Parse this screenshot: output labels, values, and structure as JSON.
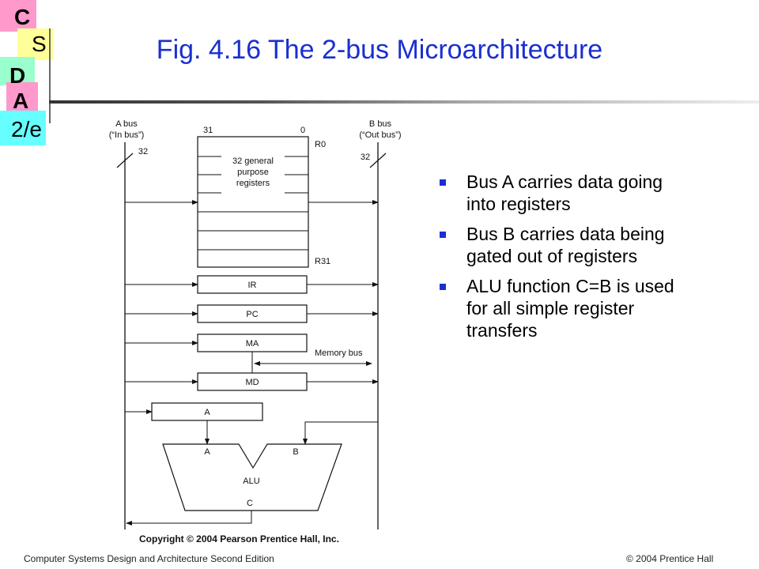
{
  "logo": {
    "c": "C",
    "s": "S",
    "d": "D",
    "a": "A",
    "edition": "2/e"
  },
  "title": "Fig. 4.16  The 2-bus Microarchitecture",
  "diagram": {
    "a_bus_name": "A bus",
    "a_bus_sub": "(“In bus”)",
    "a_bus_width": "32",
    "b_bus_name": "B bus",
    "b_bus_sub": "(“Out bus”)",
    "b_bus_width": "32",
    "bit_high": "31",
    "bit_low": "0",
    "r0": "R0",
    "r31": "R31",
    "gpr_line1": "32 general",
    "gpr_line2": "purpose",
    "gpr_line3": "registers",
    "ir": "IR",
    "pc": "PC",
    "ma": "MA",
    "memory_bus": "Memory bus",
    "md": "MD",
    "a_reg": "A",
    "alu_in_a": "A",
    "alu_in_b": "B",
    "alu": "ALU",
    "alu_out": "C",
    "copyright": "Copyright © 2004 Pearson Prentice Hall, Inc."
  },
  "bullets": [
    "Bus A carries data going into registers",
    "Bus B carries data being gated out of registers",
    "ALU function C=B is used for all simple register transfers"
  ],
  "footer": {
    "left": "Computer Systems Design and Architecture Second Edition",
    "right": "© 2004 Prentice Hall"
  },
  "colors": {
    "title": "#1a2fd0",
    "bullet": "#1a2fd0",
    "logo_yellow": "#ffff99",
    "logo_pink": "#ff99cc",
    "logo_cyan": "#66ffff",
    "logo_green": "#99ffcc"
  }
}
